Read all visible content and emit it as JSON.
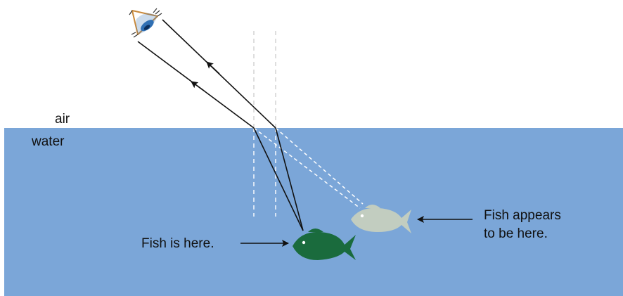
{
  "labels": {
    "air": "air",
    "water": "water",
    "fish_real": "Fish is here.",
    "fish_apparent_line1": "Fish appears",
    "fish_apparent_line2": "to be here."
  },
  "colors": {
    "water": "#7ba6d8",
    "real_fish": "#1a6b3d",
    "apparent_fish": "#c2cdc0",
    "eye_outline": "#c98a3c",
    "eye_iris": "#2f6fb3",
    "ray": "#111111",
    "dashed_line": "#ffffff"
  },
  "icons": {
    "eye": "eye-icon",
    "real_fish": "fish-icon",
    "apparent_fish": "fish-icon"
  }
}
